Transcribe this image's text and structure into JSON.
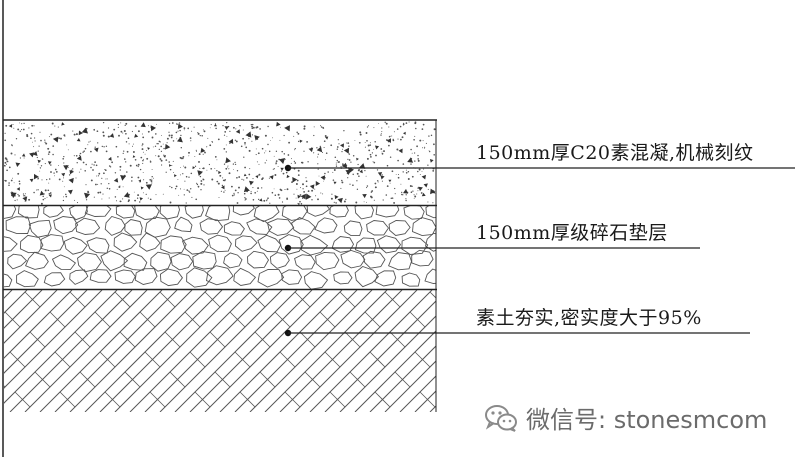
{
  "layers": [
    {
      "id": "concrete",
      "label": "150mm厚C20素混凝,机械刻纹",
      "pattern": "speckle"
    },
    {
      "id": "gravel",
      "label": "150mm厚级碎石垫层",
      "pattern": "pebbles"
    },
    {
      "id": "soil",
      "label": "素土夯实,密实度大于95%",
      "pattern": "hatch"
    }
  ],
  "watermark": {
    "text": "微信号: stonesmcom",
    "icon": "wechat-icon"
  },
  "colors": {
    "line": "#222222",
    "pattern": "#555555",
    "watermark": "#6b6b6b"
  }
}
